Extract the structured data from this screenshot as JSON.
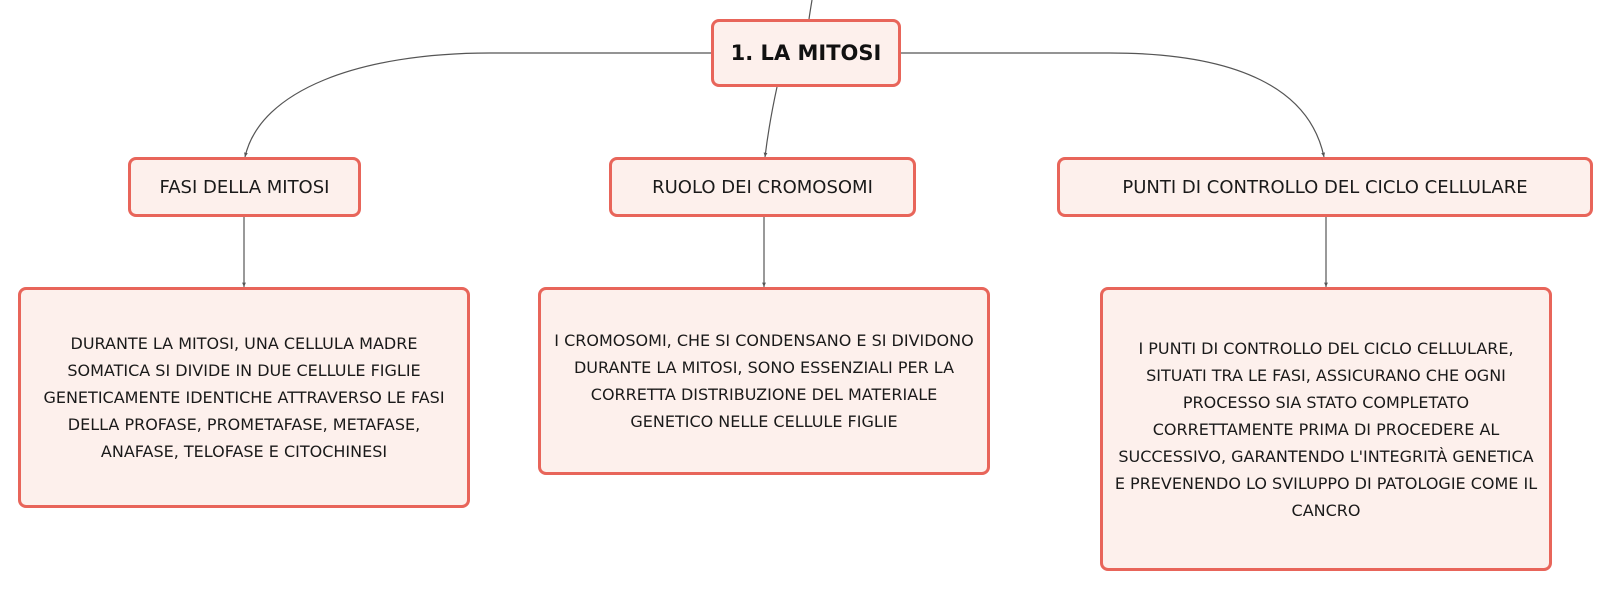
{
  "colors": {
    "node_border": "#e8655a",
    "node_fill": "#fdf0ec",
    "connector": "#555555"
  },
  "root": {
    "label": "1. LA MITOSI"
  },
  "topics": [
    {
      "label": "FASI DELLA MITOSI",
      "detail": "DURANTE LA MITOSI, UNA CELLULA MADRE SOMATICA SI DIVIDE IN DUE CELLULE FIGLIE GENETICAMENTE IDENTICHE ATTRAVERSO LE FASI DELLA PROFASE, PROMETAFASE, METAFASE, ANAFASE, TELOFASE E CITOCHINESI"
    },
    {
      "label": "RUOLO DEI CROMOSOMI",
      "detail": "I CROMOSOMI, CHE SI CONDENSANO E SI DIVIDONO DURANTE LA MITOSI, SONO ESSENZIALI PER LA CORRETTA DISTRIBUZIONE DEL MATERIALE GENETICO NELLE CELLULE FIGLIE"
    },
    {
      "label": "PUNTI DI CONTROLLO DEL CICLO CELLULARE",
      "detail": "I PUNTI DI CONTROLLO DEL CICLO CELLULARE, SITUATI TRA LE FASI, ASSICURANO CHE OGNI PROCESSO SIA STATO COMPLETATO CORRETTAMENTE PRIMA DI PROCEDERE AL SUCCESSIVO, GARANTENDO L'INTEGRITÀ GENETICA E PREVENENDO LO SVILUPPO DI PATOLOGIE COME IL CANCRO"
    }
  ]
}
